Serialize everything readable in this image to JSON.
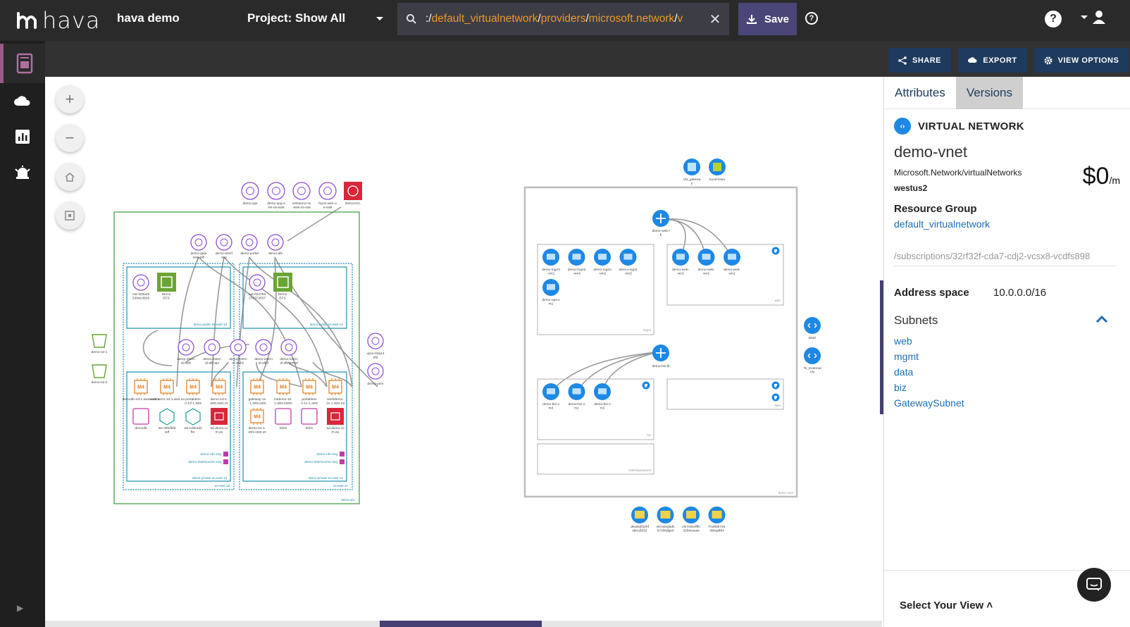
{
  "app": {
    "logo_text": "hava",
    "env_name": "hava demo",
    "project_label": "Project: Show All"
  },
  "search": {
    "segments": [
      {
        "text": ":/",
        "sep": true
      },
      {
        "text": "default_virtualnetwork",
        "sep": false
      },
      {
        "text": "/",
        "sep": true
      },
      {
        "text": "providers",
        "sep": false
      },
      {
        "text": "/",
        "sep": true
      },
      {
        "text": "microsoft.network",
        "sep": false
      },
      {
        "text": "/",
        "sep": true
      },
      {
        "text": "v",
        "sep": false
      }
    ],
    "icon": "search-icon",
    "clear_icon": "close-icon"
  },
  "toolbar": {
    "save_label": "Save",
    "share_label": "SHARE",
    "export_label": "EXPORT",
    "view_options_label": "VIEW OPTIONS"
  },
  "leftnav": [
    {
      "name": "diagrams",
      "icon": "document-icon"
    },
    {
      "name": "cloud",
      "icon": "cloud-icon"
    },
    {
      "name": "reports",
      "icon": "bar-chart-icon"
    },
    {
      "name": "alerts",
      "icon": "alarm-icon"
    }
  ],
  "panel": {
    "tabs": [
      "Attributes",
      "Versions"
    ],
    "resource_type": "VIRTUAL NETWORK",
    "resource_name": "demo-vnet",
    "provider_type": "Microsoft.Network/virtualNetworks",
    "region": "westus2",
    "cost": "$0",
    "cost_unit": "/m",
    "resource_group_label": "Resource Group",
    "resource_group": "default_virtualnetwork",
    "subscription_id": "/subscriptions/32rf32f-cda7-cdj2-vcsx8-vcdfs898",
    "address_space_label": "Address space",
    "address_space": "10.0.0.0/16",
    "subnets_label": "Subnets",
    "subnets": [
      "web",
      "mgmt",
      "data",
      "biz",
      "GatewaySubnet"
    ],
    "select_view_label": "Select Your View"
  },
  "colors": {
    "topbar": "#2a2a2a",
    "accent": "#453f74",
    "link": "#1b6fb8",
    "search_path": "#e89a2a",
    "aws_vpc": "#3a9b3a",
    "aws_subnet": "#1d8fb0",
    "azure_blue": "#1e88e5"
  },
  "diagram": {
    "aws_top_icons": [
      "demo-igw",
      "demo-vpg-a ws-us-east",
      "netsource-to -aws-us-eas",
      "hq-to-aws-u s-east",
      "DemoACL"
    ],
    "aws_elbs": [
      "demo-gate way-elb",
      "demo-interf ace",
      "demo-portal",
      "demo-alb"
    ],
    "aws_public_subnet_left": {
      "items": [
        "nat-328349 2384e3828",
        "Demo EFS"
      ],
      "name": "demo-public-us-east-1d"
    },
    "aws_public_subnet_right": {
      "items": [
        "nat-032783 278372837",
        "Demo EFS"
      ],
      "name": "demo-public-us-east-1e"
    },
    "aws_internal_elbs": [
      "demo-intern al-web",
      "demo-intern al-alb-api",
      "demo-intern al-web2",
      "demo-intern al-alb3",
      "demo-intern al-alb-portal"
    ],
    "aws_private_left": {
      "instances": [
        "demodb-1d-1.aws.east.u",
        "workdemo-1d-1.aws.ea",
        "portaldem o-1d-1.aws",
        "demo-1d-1. aws.east.us"
      ],
      "items": [
        "demodb",
        "ws-39fefkfd sdf",
        "ws-cdsk2d2 fkc",
        "ad.demo.co m.au"
      ],
      "labels": [
        "demo-rds-sng",
        "demo-elasticache-sng"
      ],
      "name": "demo-private-us-east-1d",
      "az": "us-east-1d"
    },
    "aws_private_right": {
      "instances": [
        "gateway-1e -1.aws.east",
        "intdemo-1e- 1.aws.eastu",
        "portaldem o-1e-1.aws",
        "workdemo- 1e-1.aws.ea"
      ],
      "items": [
        "demo-1e-1. aws.east.us",
        "0001",
        "0001",
        "ad.demo.co m.au"
      ],
      "labels": [
        "demo-rds-sng",
        "demo-elasticache-sng"
      ],
      "name": "demo-private-us-east-1e",
      "az": "us-east-1e"
    },
    "aws_side_left": [
      "demo-s3-1",
      "demo-s3-2"
    ],
    "aws_side_right": [
      "vpce-93a14 efa",
      "demo-peer"
    ],
    "aws_vpc_name": "demo-vpc",
    "azure_top": [
      "VN_gatewa y",
      "local-hava"
    ],
    "azure_web_lb": "demo-web-l b",
    "azure_mgmt_vms": [
      "demo-mgmt -vm1",
      "demo-mgmt -vm4",
      "demo-mgmt -vm2",
      "demo-mgmt -vm3",
      "demo-ops-v m1"
    ],
    "azure_web_vms": [
      "demo-web- vm3",
      "demo-web- vm2",
      "demo-web- vm1"
    ],
    "azure_biz_lb": "demo-biz-lb",
    "azure_biz_vms": [
      "demo-biz-v m3",
      "demo-biz-v m1",
      "demo-biz-v m2"
    ],
    "azure_subnets": [
      "mgmt",
      "web",
      "biz",
      "data",
      "GatewaySubnet"
    ],
    "azure_side": [
      "DMZ",
      "To_External VN"
    ],
    "azure_vnet_name": "demo-vnet",
    "azure_bottom": [
      "dsvds0f32hf sbrv2bf32",
      "v67a8vg6ds 67v86dgsd",
      "vfs7v924fffn 32fdnosaw",
      "f7v8fdh748 2bkvjdf94"
    ]
  }
}
